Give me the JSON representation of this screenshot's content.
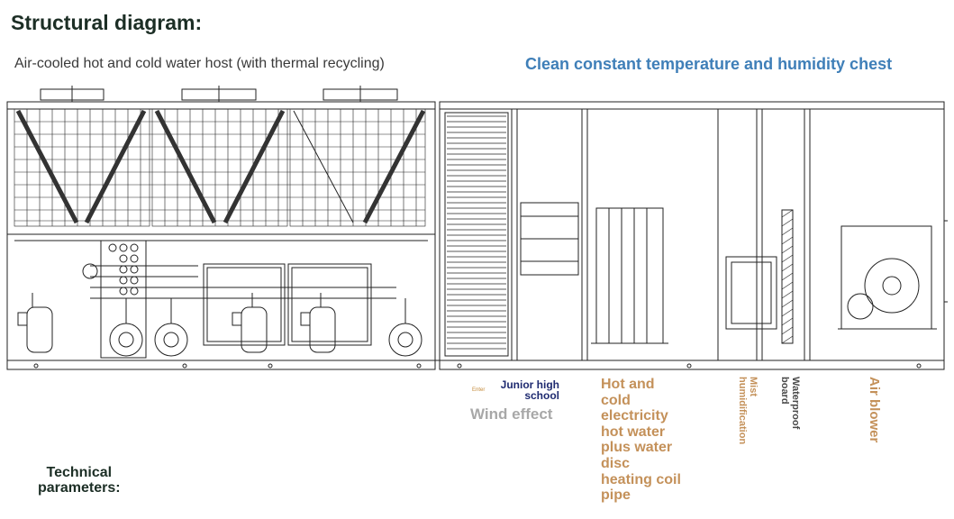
{
  "title": "Structural diagram:",
  "subtitle_left": "Air-cooled hot and cold water host (with thermal recycling)",
  "subtitle_right": "Clean constant temperature and humidity chest",
  "labels": {
    "enter": "Enter",
    "junior_high_school": "Junior high\nschool",
    "wind_effect": "Wind effect",
    "hot_cold": "Hot and\ncold\nelectricity\nhot water\nplus water\ndisc\nheating coil\npipe",
    "mist_humidification": "Mist\nhumidification",
    "waterproof_board": "Waterproof\nboard",
    "air_blower": "Air blower"
  },
  "technical_parameters": "Technical\nparameters:",
  "colors": {
    "title": "#1c2e25",
    "subtitle_right": "#3f7fb8",
    "label_brown": "#c4915a",
    "label_navy": "#1e2a70",
    "label_gray": "#a8a8a8",
    "line": "#222222"
  }
}
